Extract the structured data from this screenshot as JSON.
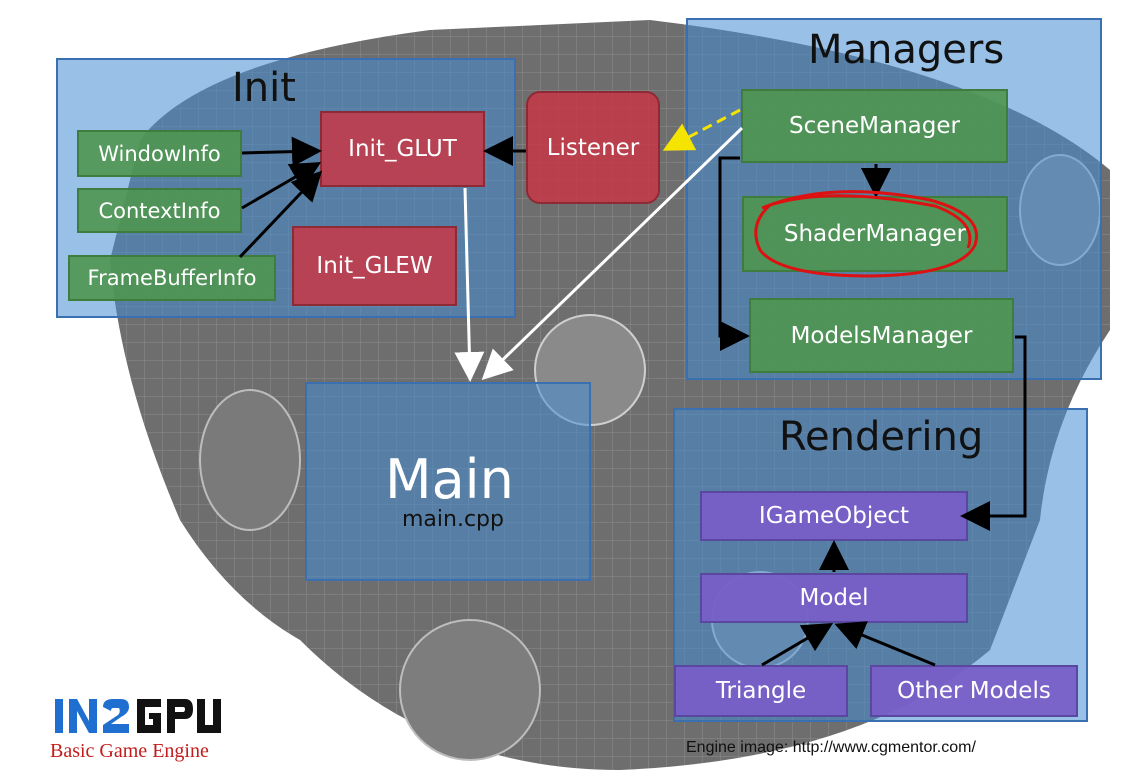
{
  "init": {
    "title": "Init",
    "windowinfo": "WindowInfo",
    "contextinfo": "ContextInfo",
    "framebufferinfo": "FrameBufferInfo",
    "init_glut": "Init_GLUT",
    "init_glew": "Init_GLEW"
  },
  "listener": "Listener",
  "managers": {
    "title": "Managers",
    "scene": "SceneManager",
    "shader": "ShaderManager",
    "models": "ModelsManager"
  },
  "main": {
    "title": "Main",
    "subtitle": "main.cpp"
  },
  "rendering": {
    "title": "Rendering",
    "igameobject": "IGameObject",
    "model": "Model",
    "triangle": "Triangle",
    "other": "Other Models"
  },
  "logo": {
    "mark": "IN2GPU",
    "tagline": "Basic Game Engine"
  },
  "credit": "Engine image: http://www.cgmentor.com/",
  "colors": {
    "section": "#5b9bd5",
    "green": "#4f9a4f",
    "red": "#c83746",
    "purple": "#7a5fc8",
    "highlight": "#d11",
    "dashed": "#f5e400"
  }
}
